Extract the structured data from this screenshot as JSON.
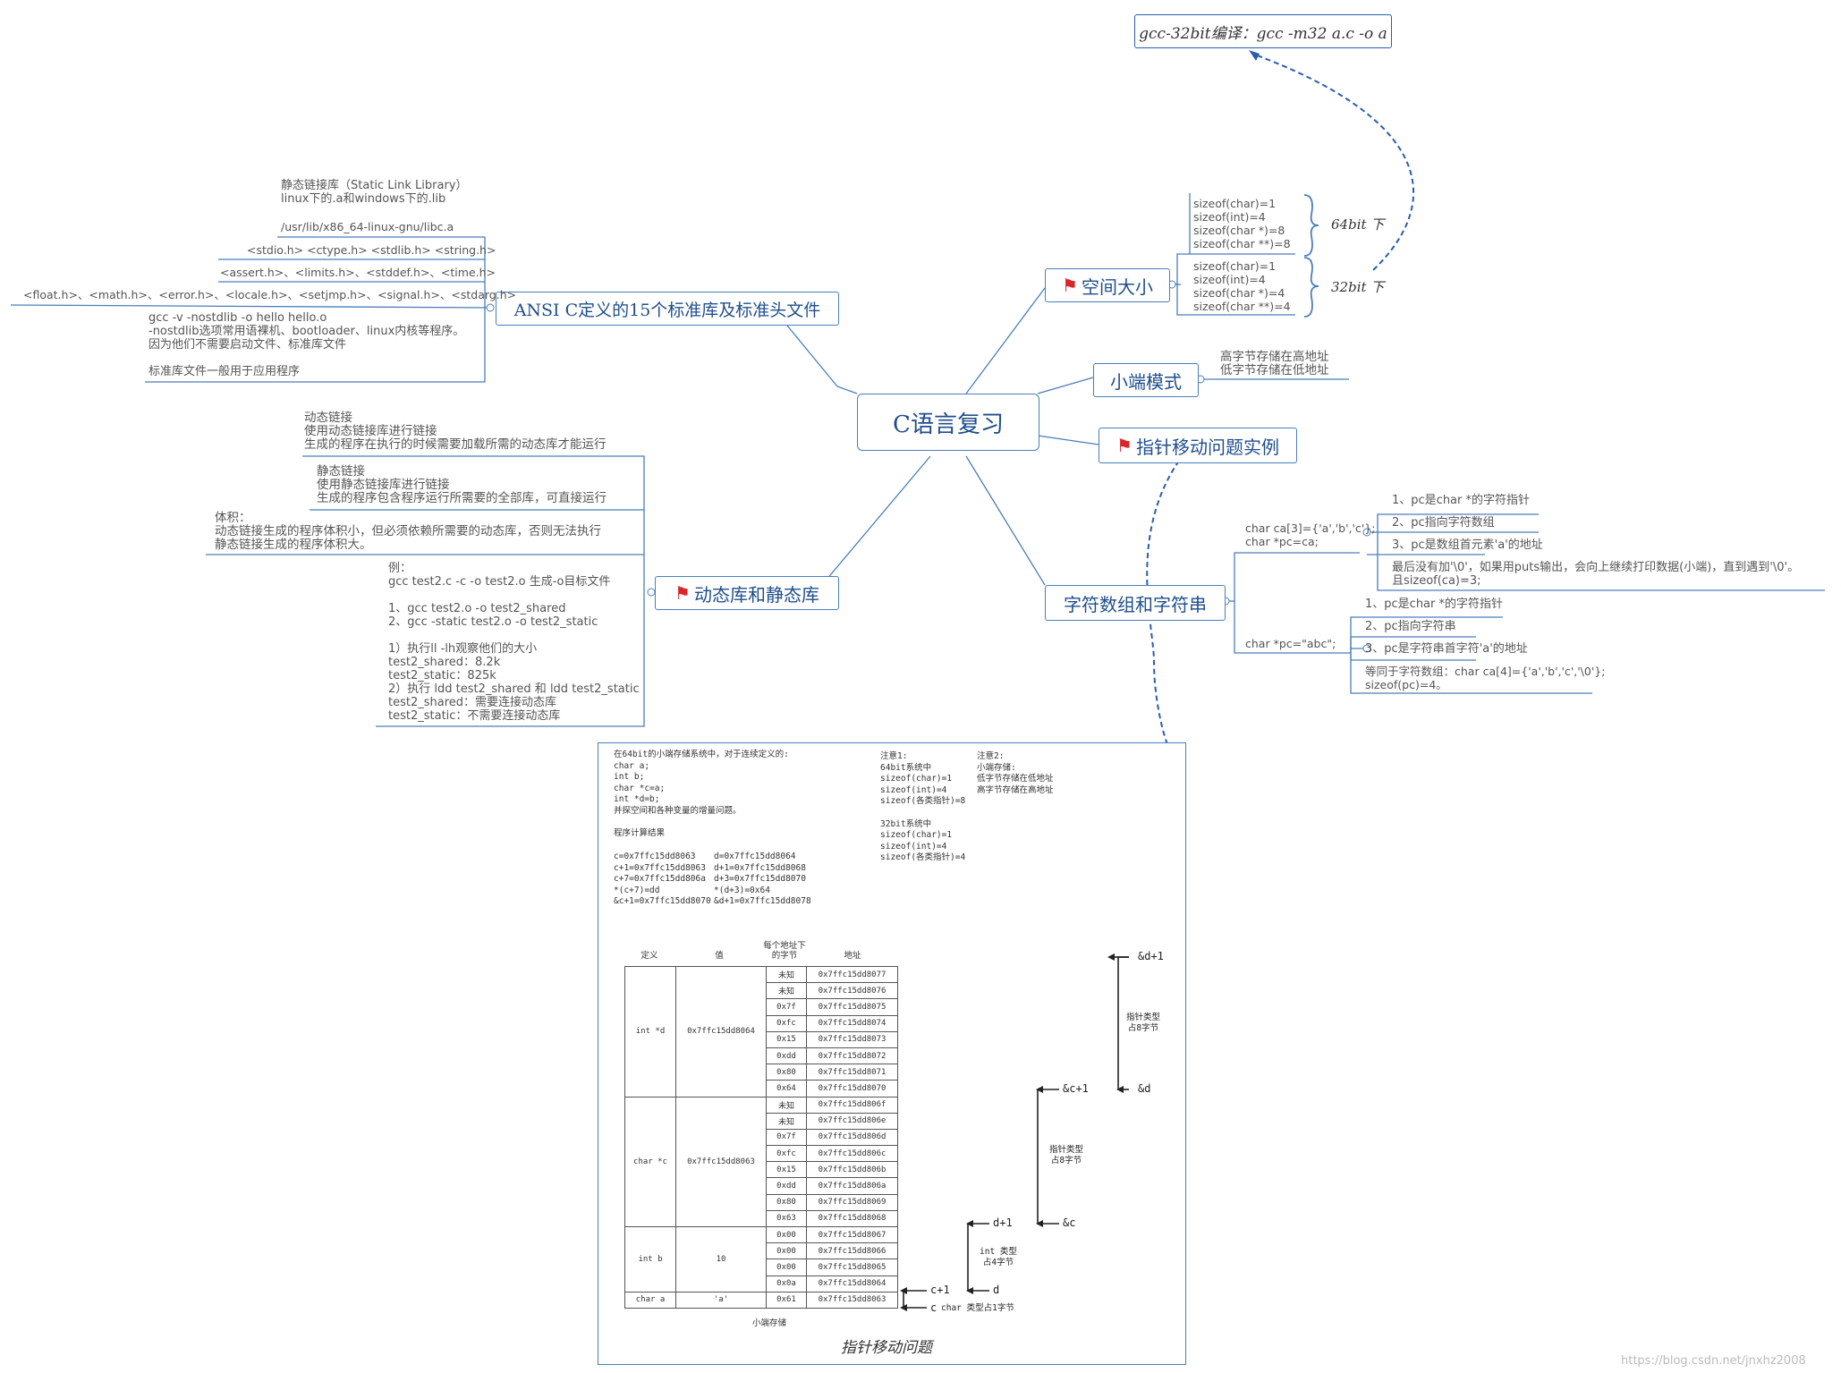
{
  "root": "C语言复习",
  "compile_note": "gcc-32bit编译：gcc -m32 a.c -o a",
  "topics": {
    "space_size": "空间大小",
    "little_endian": "小端模式",
    "pointer_move": "指针移动问题实例",
    "char_array": "字符数组和字符串",
    "dynamic_static": "动态库和静态库",
    "ansi_c": "ANSI C定义的15个标准库及标准头文件"
  },
  "sizes": {
    "bit64": [
      "sizeof(char)=1",
      "sizeof(int)=4",
      "sizeof(char *)=8",
      "sizeof(char **)=8"
    ],
    "bit32": [
      "sizeof(char)=1",
      "sizeof(int)=4",
      "sizeof(char *)=4",
      "sizeof(char **)=4"
    ],
    "label64": "64bit 下",
    "label32": "32bit 下"
  },
  "endian_text": [
    "高字节存储在高地址",
    "低字节存储在低地址"
  ],
  "char_array": {
    "ca_decl": [
      "char ca[3]={'a','b','c'};",
      "char *pc=ca;"
    ],
    "ca_items": [
      "1、pc是char *的字符指针",
      "2、pc指向字符数组",
      "3、pc是数组首元素'a'的地址"
    ],
    "ca_note": [
      "最后没有加'\\0'，如果用puts输出，会向上继续打印数据(小端)，直到遇到'\\0'。",
      "且sizeof(ca)=3;"
    ],
    "pc_decl": "char *pc=\"abc\";",
    "pc_items": [
      "1、pc是char *的字符指针",
      "2、pc指向字符串",
      "3、pc是字符串首字符'a'的地址"
    ],
    "pc_note": [
      "等同于字符数组：char ca[4]={'a','b','c','\\0'};",
      "sizeof(pc)=4。"
    ]
  },
  "ansi": {
    "static_lib": [
      "静态链接库（Static Link Library）",
      "linux下的.a和windows下的.lib"
    ],
    "libc_path": "/usr/lib/x86_64-linux-gnu/libc.a",
    "headers": [
      "<stdio.h> <ctype.h> <stdlib.h> <string.h>",
      "<assert.h>、<limits.h>、<stddef.h>、<time.h>",
      "<float.h>、<math.h>、<error.h>、<locale.h>、<setjmp.h>、<signal.h>、<stdarg.h>"
    ],
    "nostdlib": [
      "gcc -v -nostdlib -o hello hello.o",
      "-nostdlib选项常用语裸机、bootloader、linux内核等程序。",
      "因为他们不需要启动文件、标准库文件"
    ],
    "std_lib_use": "标准库文件一般用于应用程序"
  },
  "dynamic": {
    "dyn_link": [
      "动态链接",
      "使用动态链接库进行链接",
      "生成的程序在执行的时候需要加载所需的动态库才能运行"
    ],
    "static_link": [
      "静态链接",
      "使用静态链接库进行链接",
      "生成的程序包含程序运行所需要的全部库，可直接运行"
    ],
    "volume": [
      "体积：",
      "动态链接生成的程序体积小，但必须依赖所需要的动态库，否则无法执行",
      "静态链接生成的程序体积大。"
    ],
    "example": [
      "例：",
      "gcc test2.c -c -o test2.o     生成-o目标文件",
      "",
      "1、gcc test2.o -o test2_shared",
      "2、gcc -static test2.o -o test2_static",
      "",
      "1）执行ll -lh观察他们的大小",
      "test2_shared：8.2k",
      "test2_static：825k",
      "2）执行 ldd test2_shared 和  ldd test2_static",
      "test2_shared：需要连接动态库",
      "test2_static：不需要连接动态库"
    ]
  },
  "pointer_figure": {
    "intro": [
      "在64bit的小端存储系统中，对于连续定义的:",
      "char a;",
      "int b;",
      "char *c=a;",
      "int *d=b;",
      "并探空间和各种变量的增量问题。",
      "",
      "程序计算结果"
    ],
    "results_left": [
      "c=0x7ffc15dd8063",
      "c+1=0x7ffc15dd8063",
      "c+7=0x7ffc15dd806a",
      "*(c+7)=dd",
      "&c+1=0x7ffc15dd8070"
    ],
    "results_right": [
      "d=0x7ffc15dd8064",
      "d+1=0x7ffc15dd8068",
      "d+3=0x7ffc15dd8070",
      "*(d+3)=0x64",
      "&d+1=0x7ffc15dd8078"
    ],
    "note1": [
      "注意1:",
      "64bit系统中",
      "sizeof(char)=1",
      "sizeof(int)=4",
      "sizeof(各类指针)=8",
      "",
      "32bit系统中",
      "sizeof(char)=1",
      "sizeof(int)=4",
      "sizeof(各类指针)=4"
    ],
    "note2": [
      "注意2:",
      "小端存储:",
      "低字节存储在低地址",
      "高字节存储在高地址"
    ],
    "headers": [
      "定义",
      "值",
      "每个地址下的字节",
      "地址"
    ],
    "groups": [
      {
        "def": "int *d",
        "val": "0x7ffc15dd8064",
        "rows": [
          [
            "未知",
            "0x7ffc15dd8077"
          ],
          [
            "未知",
            "0x7ffc15dd8076"
          ],
          [
            "0x7f",
            "0x7ffc15dd8075"
          ],
          [
            "0xfc",
            "0x7ffc15dd8074"
          ],
          [
            "0x15",
            "0x7ffc15dd8073"
          ],
          [
            "0xdd",
            "0x7ffc15dd8072"
          ],
          [
            "0x80",
            "0x7ffc15dd8071"
          ],
          [
            "0x64",
            "0x7ffc15dd8070"
          ]
        ]
      },
      {
        "def": "char *c",
        "val": "0x7ffc15dd8063",
        "rows": [
          [
            "未知",
            "0x7ffc15dd806f"
          ],
          [
            "未知",
            "0x7ffc15dd806e"
          ],
          [
            "0x7f",
            "0x7ffc15dd806d"
          ],
          [
            "0xfc",
            "0x7ffc15dd806c"
          ],
          [
            "0x15",
            "0x7ffc15dd806b"
          ],
          [
            "0xdd",
            "0x7ffc15dd806a"
          ],
          [
            "0x80",
            "0x7ffc15dd8069"
          ],
          [
            "0x63",
            "0x7ffc15dd8068"
          ]
        ]
      },
      {
        "def": "int b",
        "val": "10",
        "rows": [
          [
            "0x00",
            "0x7ffc15dd8067"
          ],
          [
            "0x00",
            "0x7ffc15dd8066"
          ],
          [
            "0x00",
            "0x7ffc15dd8065"
          ],
          [
            "0x0a",
            "0x7ffc15dd8064"
          ]
        ]
      },
      {
        "def": "char a",
        "val": "'a'",
        "rows": [
          [
            "0x61",
            "0x7ffc15dd8063"
          ]
        ]
      }
    ],
    "table_caption": "小端存储",
    "arrows": {
      "d1": "&d+1",
      "d": "&d",
      "d_type": [
        "指针类型",
        "占8字节"
      ],
      "c1": "&c+1",
      "c": "&c",
      "c_type": [
        "指针类型",
        "占8字节"
      ],
      "dp1": "d+1",
      "dp": "d",
      "dp_type": [
        "int 类型",
        "占4字节"
      ],
      "cp1": "c+1",
      "cp": "c",
      "cp_type": "char 类型占1字节"
    },
    "title": "指针移动问题"
  },
  "watermark": "https://blog.csdn.net/jnxhz2008"
}
